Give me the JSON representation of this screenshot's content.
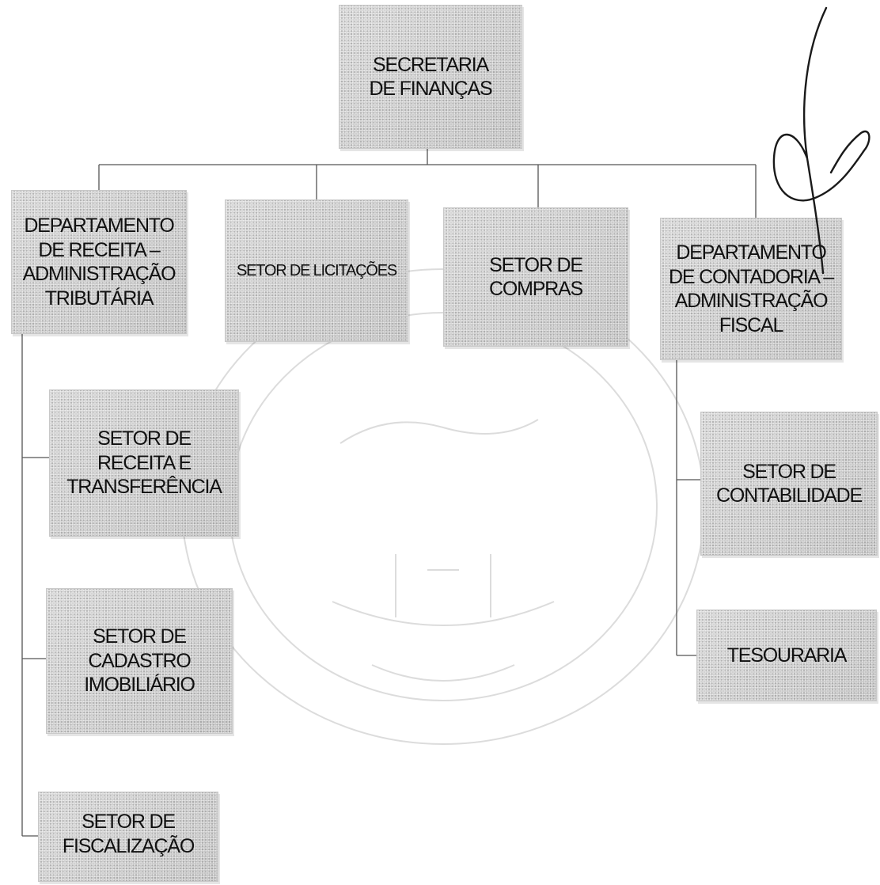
{
  "orgchart": {
    "root": {
      "label": "SECRETARIA\nDE FINANÇAS"
    },
    "departments": [
      {
        "label": "DEPARTAMENTO\nDE RECEITA –\nADMINISTRAÇÃO\nTRIBUTÁRIA"
      },
      {
        "label": "SETOR DE LICITAÇÕES"
      },
      {
        "label": "SETOR DE\nCOMPRAS"
      },
      {
        "label": "DEPARTAMENTO\nDE CONTADORIA –\nADMINISTRAÇÃO\nFISCAL"
      }
    ],
    "receita_children": [
      {
        "label": "SETOR DE\nRECEITA E\nTRANSFERÊNCIA"
      },
      {
        "label": "SETOR DE\nCADASTRO\nIMOBILIÁRIO"
      },
      {
        "label": "SETOR DE\nFISCALIZAÇÃO"
      }
    ],
    "contadoria_children": [
      {
        "label": "SETOR DE\nCONTABILIDADE"
      },
      {
        "label": "TESOURARIA"
      }
    ]
  },
  "colors": {
    "box_fill": "#d2d2d2",
    "line": "#555555",
    "text": "#111111",
    "signature_ink": "#1a1a1a"
  },
  "decorations": {
    "watermark": "faint circular municipal seal behind the chart",
    "signature": "handwritten initials at top-right"
  }
}
